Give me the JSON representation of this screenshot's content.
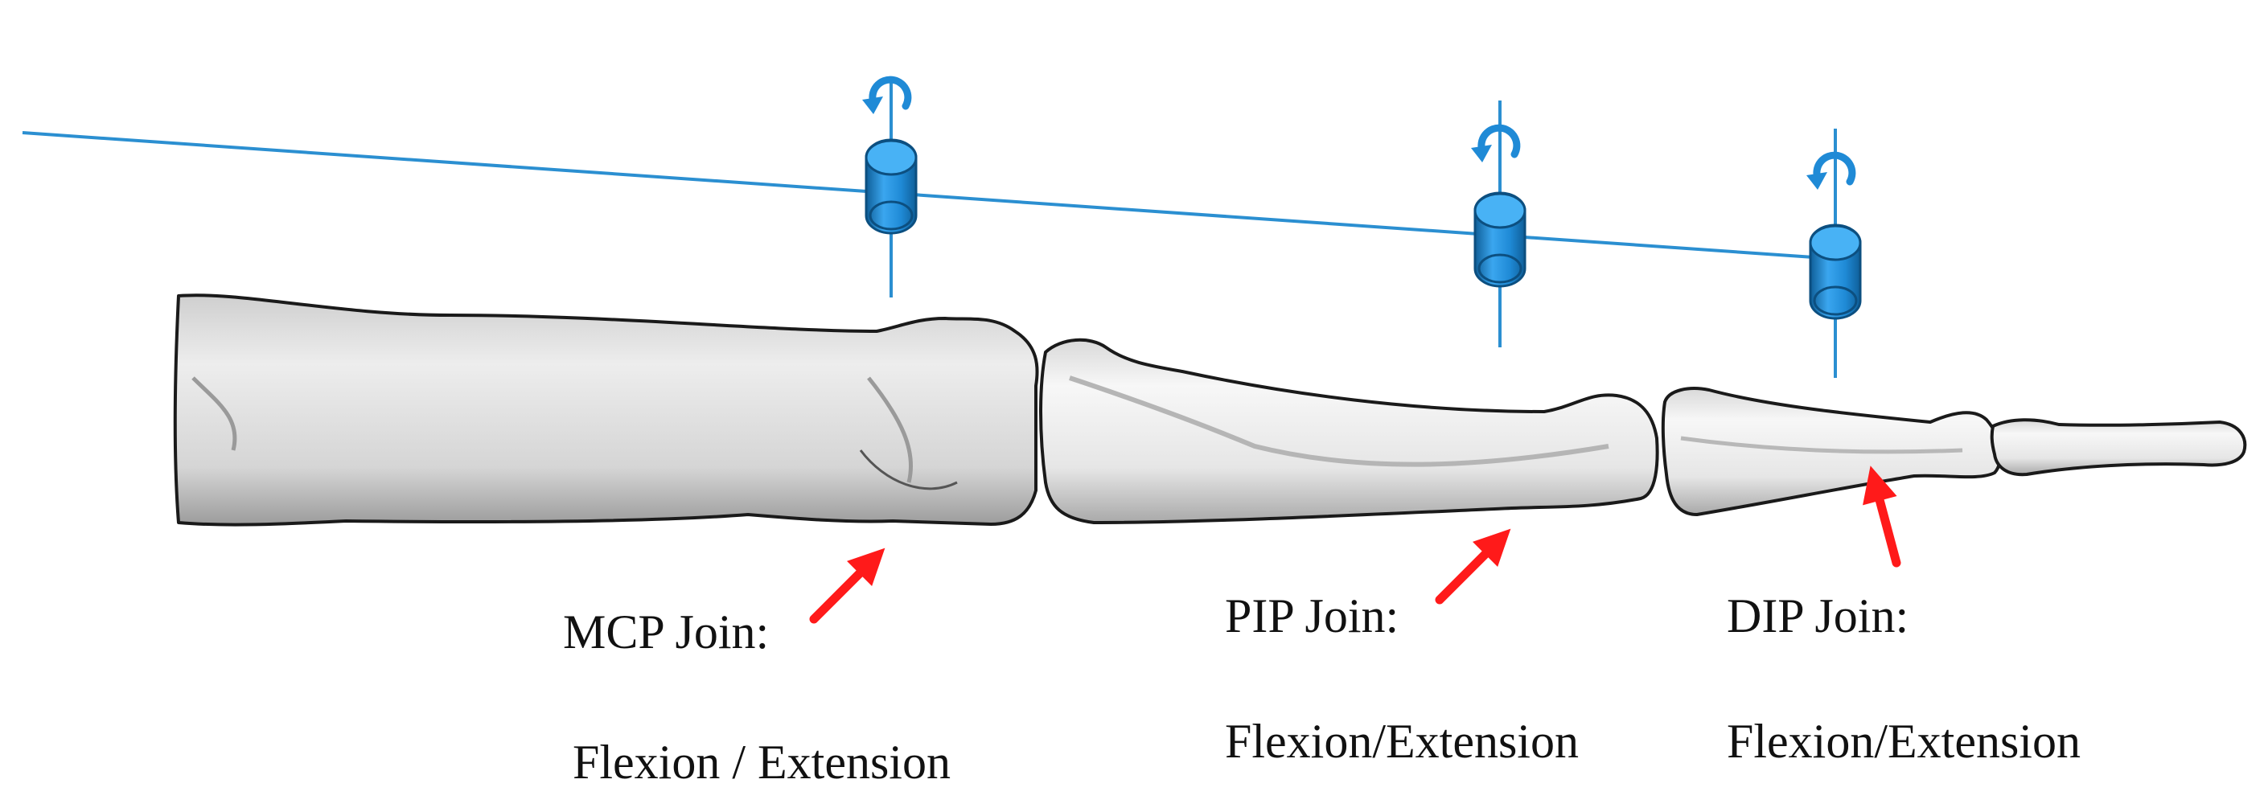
{
  "colors": {
    "axis_line": "#2b8fd1",
    "joint_cylinder": "#1f8ad6",
    "joint_cylinder_dark": "#0f5f99",
    "arrow": "#ff1a1a",
    "bone_light": "#f2f2f2",
    "bone_shade": "#bdbdbd",
    "bone_outline": "#1a1a1a",
    "text": "#111111"
  },
  "icons": {
    "rotation": "rotation-arrow-icon",
    "joint": "revolute-joint-cylinder-icon",
    "pointer": "red-arrow-icon"
  },
  "joints": {
    "mcp": {
      "title": "MCP Join:",
      "motion": "Flexion / Extension"
    },
    "pip": {
      "title": "PIP Join:",
      "motion": "Flexion/Extension"
    },
    "dip": {
      "title": "DIP Join:",
      "motion": "Flexion/Extension"
    }
  }
}
